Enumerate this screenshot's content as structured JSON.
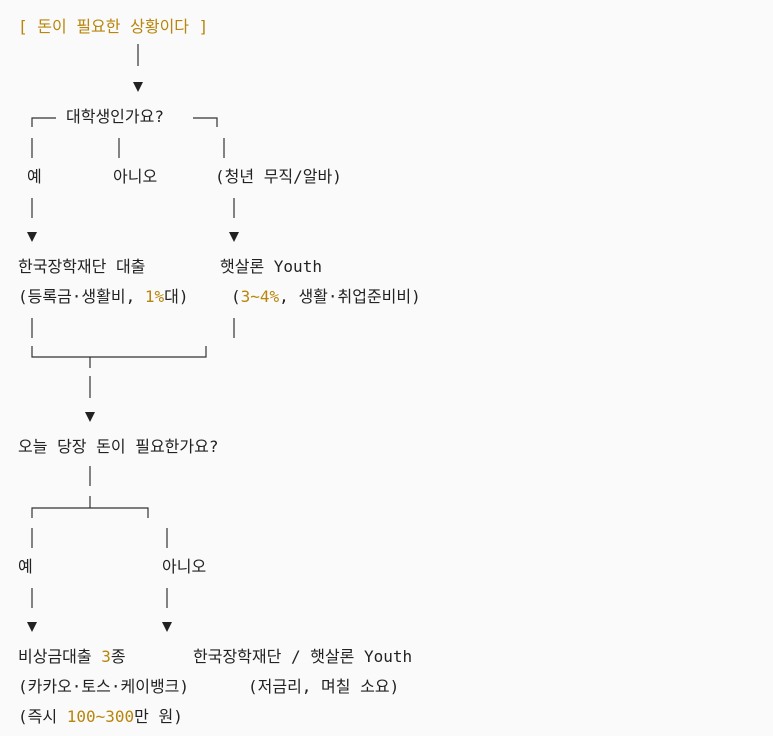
{
  "title": "[ 돈이 필요한 상황이다 ]",
  "q1": {
    "question": "대학생인가요?",
    "yes": "예",
    "no": "아니오",
    "other": "(청년 무직/알바)"
  },
  "r1": {
    "left_name": "한국장학재단 대출",
    "left_detail_pre": "(등록금·생활비, ",
    "left_detail_hl": "1%",
    "left_detail_post": "대)",
    "right_name": "햇살론 Youth",
    "right_detail_pre": "(",
    "right_detail_hl": "3~4%",
    "right_detail_post": ", 생활·취업준비비)"
  },
  "q2": {
    "question": "오늘 당장 돈이 필요한가요?",
    "yes": "예",
    "no": "아니오"
  },
  "r2": {
    "left_name_pre": "비상금대출 ",
    "left_name_hl": "3",
    "left_name_post": "종",
    "left_detail": "(카카오·토스·케이뱅크)",
    "left_detail2_pre": "(즉시 ",
    "left_detail2_hl": "100~300",
    "left_detail2_post": "만 원)",
    "right_name": "한국장학재단 / 햇살론 Youth",
    "right_detail": "(저금리, 며칠 소요)"
  }
}
